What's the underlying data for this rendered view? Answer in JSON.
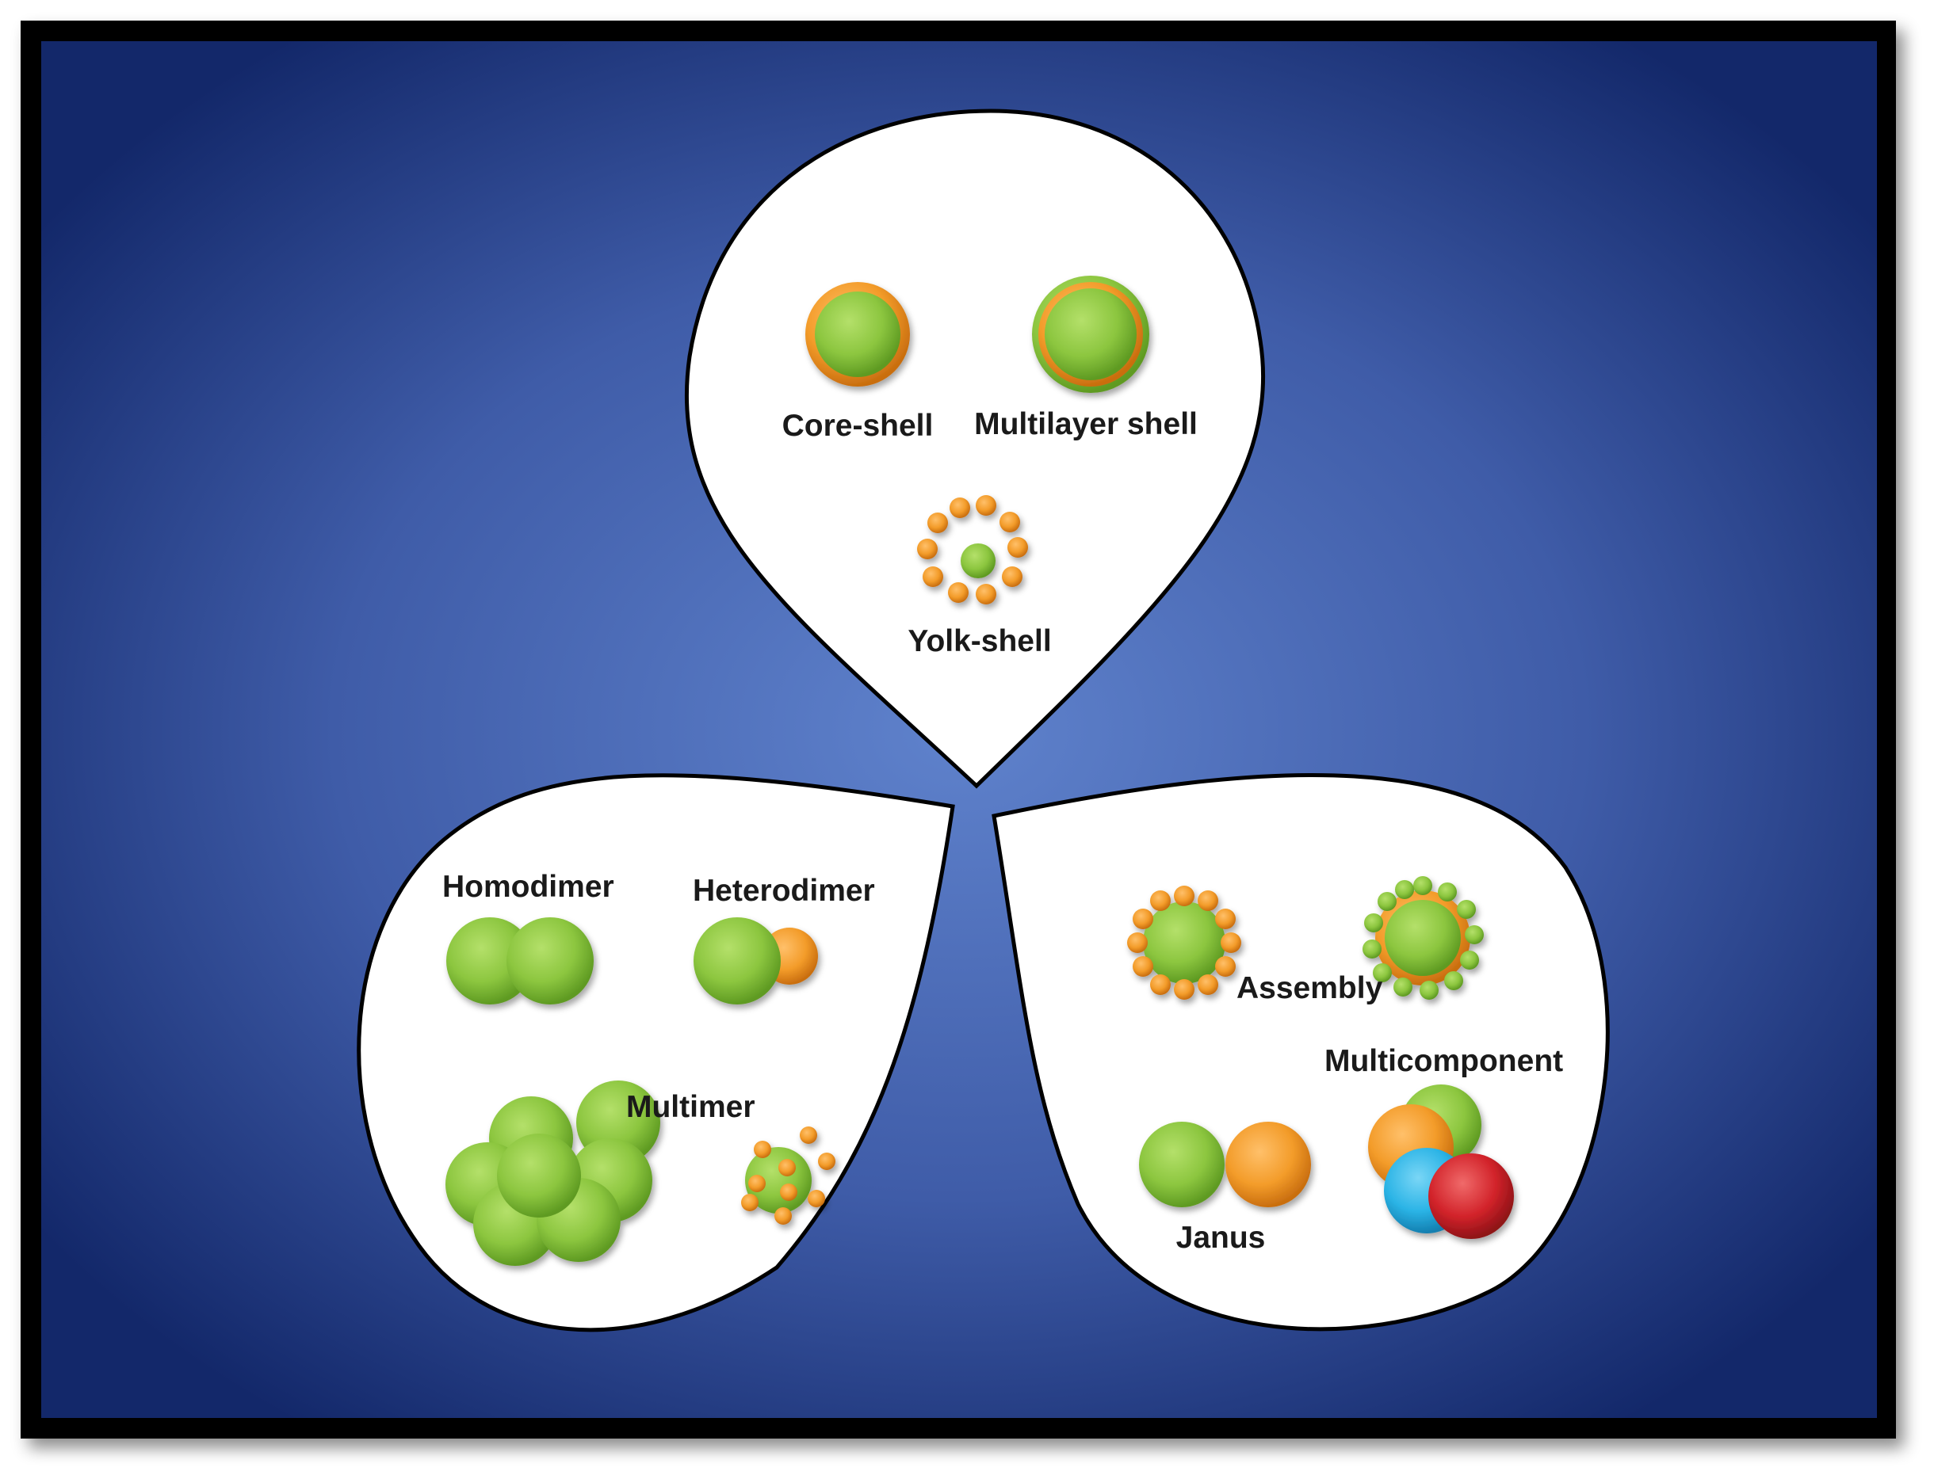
{
  "colors": {
    "frame": "#000000",
    "background_center": "#5b7bc8",
    "background_edge": "#162a66",
    "panel_fill": "#ffffff",
    "green": "#8cc63f",
    "orange": "#f39c2a",
    "blue": "#2bb4e6",
    "red": "#d2232a"
  },
  "labels": {
    "core_shell": "Core-shell",
    "multilayer_shell": "Multilayer shell",
    "yolk_shell": "Yolk-shell",
    "homodimer": "Homodimer",
    "heterodimer": "Heterodimer",
    "multimer": "Multimer",
    "assembly": "Assembly",
    "multicomponent": "Multicomponent",
    "janus": "Janus"
  }
}
